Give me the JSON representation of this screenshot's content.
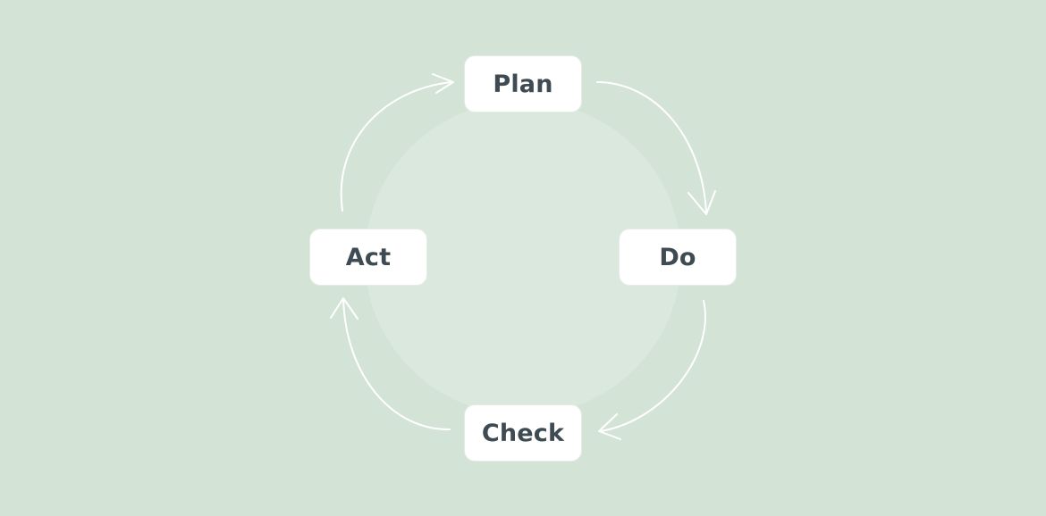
{
  "diagram": {
    "steps": [
      {
        "id": "plan",
        "label": "Plan"
      },
      {
        "id": "do",
        "label": "Do"
      },
      {
        "id": "check",
        "label": "Check"
      },
      {
        "id": "act",
        "label": "Act"
      }
    ],
    "arrows": [
      {
        "from": "plan",
        "to": "do"
      },
      {
        "from": "do",
        "to": "check"
      },
      {
        "from": "check",
        "to": "act"
      },
      {
        "from": "act",
        "to": "plan"
      }
    ]
  },
  "colors": {
    "background": "#d3e3d6",
    "center_circle": "#dbe8dd",
    "box_fill": "#ffffff",
    "label_text": "#3f4b52",
    "arrow": "#ffffff"
  }
}
